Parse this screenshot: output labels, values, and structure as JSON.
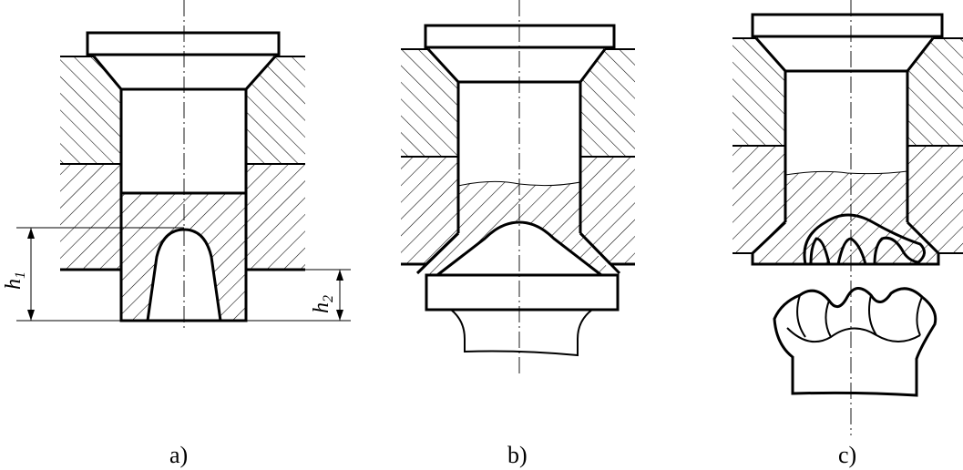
{
  "panels": [
    {
      "id": "a",
      "caption": "a)"
    },
    {
      "id": "b",
      "caption": "b)"
    },
    {
      "id": "c",
      "caption": "c)"
    }
  ],
  "dimensions": {
    "h1": {
      "symbol": "h",
      "subscript": "1"
    },
    "h2": {
      "symbol": "h",
      "subscript": "2"
    }
  },
  "colors": {
    "ink": "#000000",
    "paper": "#ffffff"
  }
}
